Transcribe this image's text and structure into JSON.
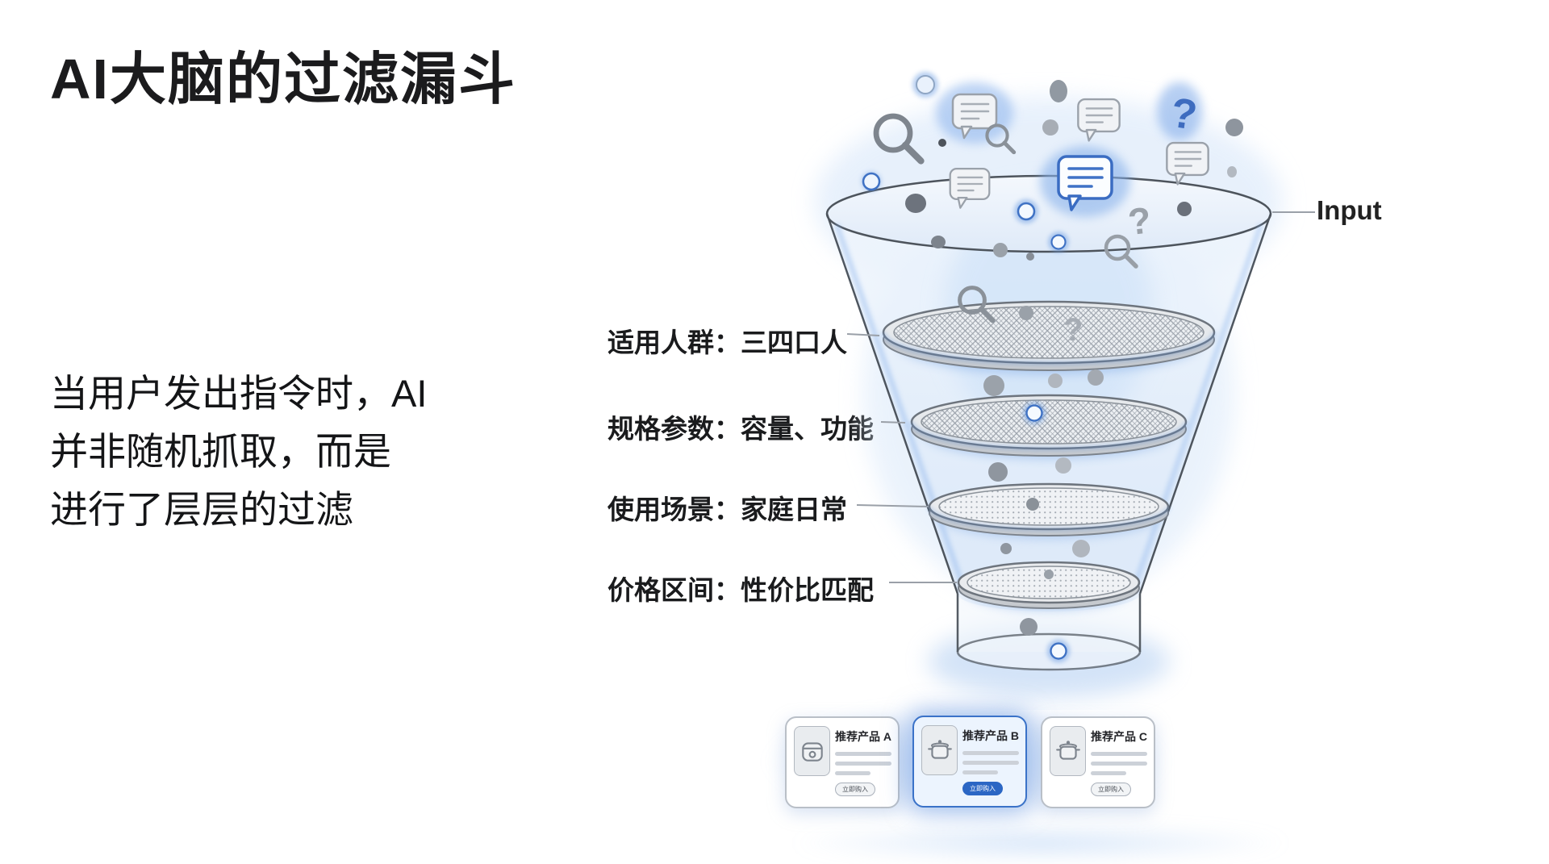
{
  "page": {
    "title": "AI大脑的过滤漏斗",
    "background": "#ffffff"
  },
  "description": {
    "line1": "当用户发出指令时，AI",
    "line2": "并非随机抓取，而是",
    "line3": "进行了层层的过滤"
  },
  "funnel": {
    "input_label": "Input",
    "layers": [
      {
        "label": "适用人群：三四口人"
      },
      {
        "label": "规格参数：容量、功能"
      },
      {
        "label": "使用场景：家庭日常"
      },
      {
        "label": "价格区间：性价比匹配"
      }
    ]
  },
  "icons": {
    "question_mark_glyph": "?",
    "names": [
      "speech-bubble-icon",
      "question-mark-icon",
      "magnifier-icon",
      "particle-dot"
    ]
  },
  "cards": [
    {
      "title": "推荐产品 A",
      "button_label": "立即购入",
      "icon": "rice-cooker",
      "highlighted": false
    },
    {
      "title": "推荐产品 B",
      "button_label": "立即购入",
      "icon": "stock-pot",
      "highlighted": true
    },
    {
      "title": "推荐产品 C",
      "button_label": "立即购入",
      "icon": "stock-pot",
      "highlighted": false
    }
  ],
  "colors": {
    "accent_blue": "#3a6cc2",
    "glow_blue": "#cfe2f8",
    "card_highlight_bg": "#ecf4fe",
    "text_dark": "#17181a",
    "skeleton_gray": "#ccd1d8"
  }
}
